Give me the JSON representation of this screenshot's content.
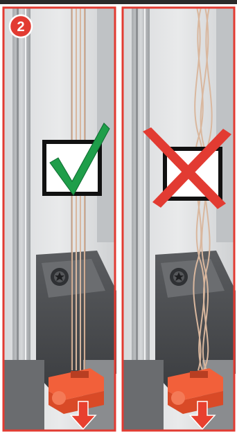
{
  "step": {
    "number": "2"
  },
  "panels": [
    {
      "id": "correct",
      "verdict": "correct",
      "mark_icon": "checkmark-icon",
      "cord_state": "straight"
    },
    {
      "id": "incorrect",
      "verdict": "incorrect",
      "mark_icon": "cross-icon",
      "cord_state": "twisted"
    }
  ],
  "colors": {
    "frame_red": "#e23b32",
    "badge_red": "#e23b32",
    "check_green": "#1f9e4a",
    "cross_red": "#e23b32",
    "clip_orange": "#f2603a",
    "arrow_red": "#e8402f",
    "rail_gray": "#c9ccce",
    "housing_dark": "#4b4d50",
    "cord_tan": "#d9b79e"
  }
}
